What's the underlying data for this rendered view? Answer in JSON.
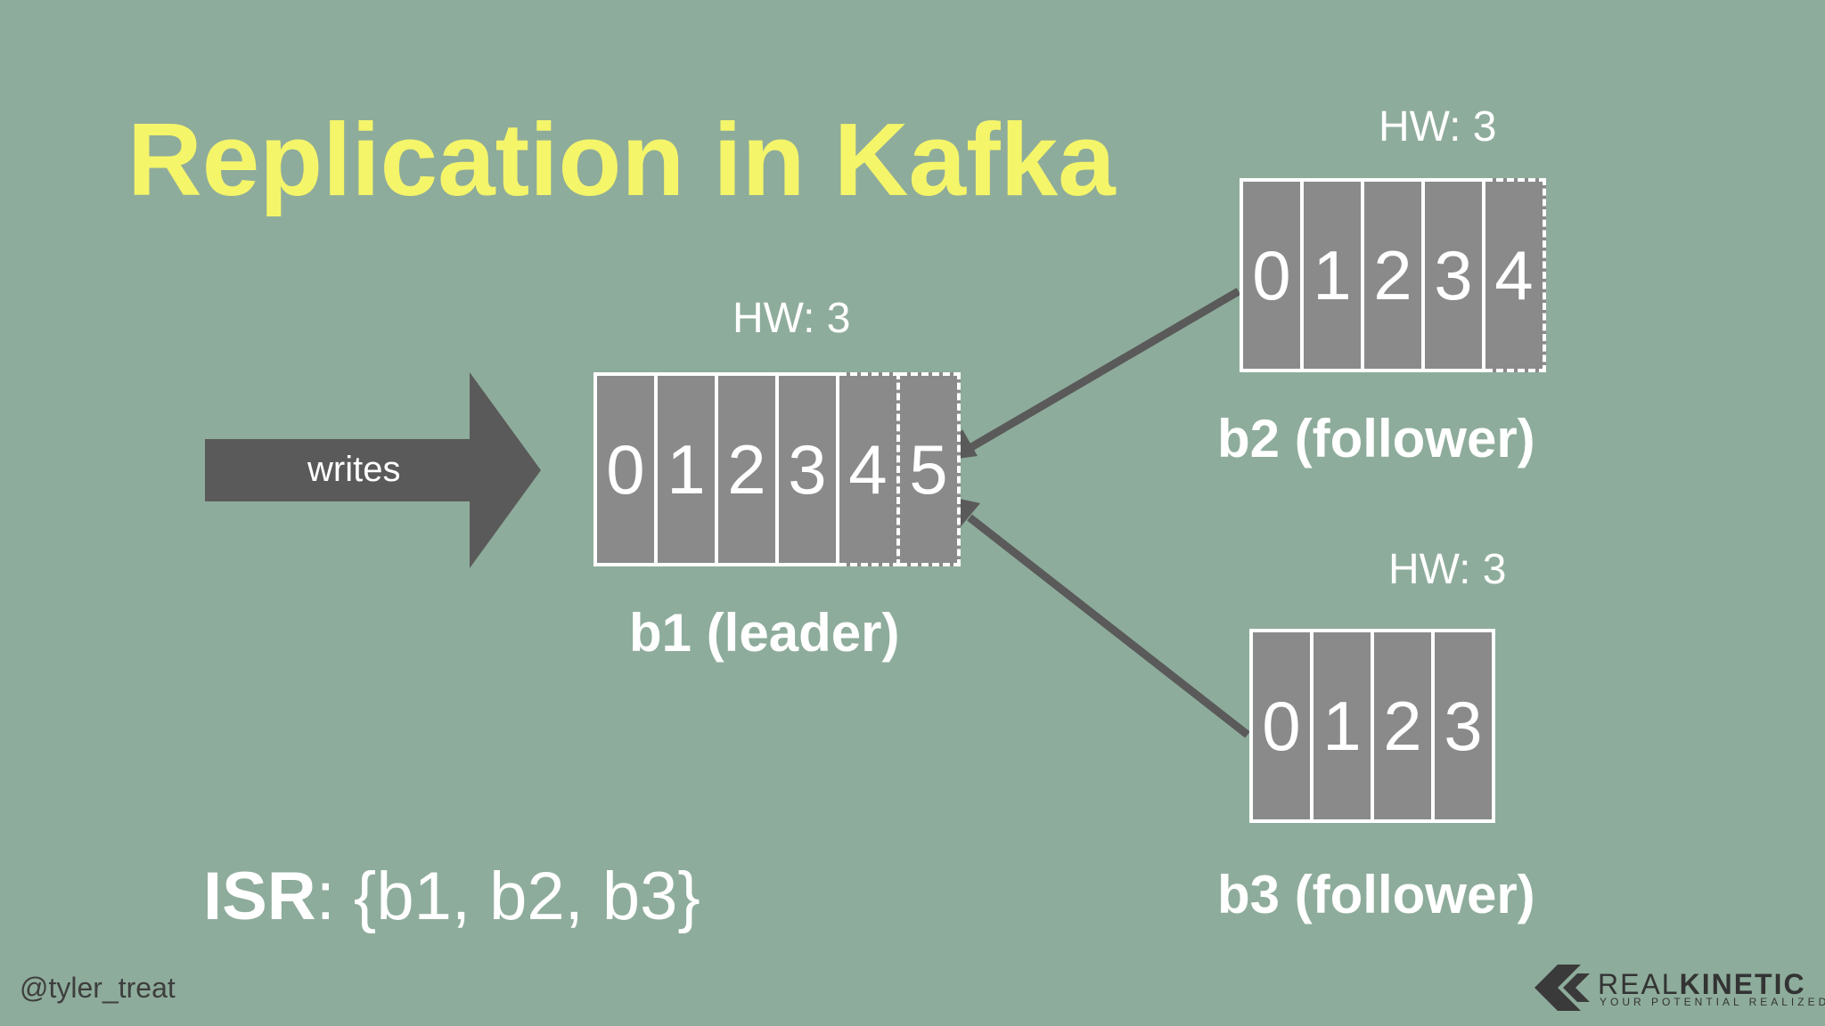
{
  "title": "Replication in Kafka",
  "writes_label": "writes",
  "brokers": [
    {
      "name": "b1 (leader)",
      "hw": "HW: 3",
      "offsets": [
        "0",
        "1",
        "2",
        "3",
        "4",
        "5"
      ],
      "uncommitted_from_index": 4
    },
    {
      "name": "b2 (follower)",
      "hw": "HW: 3",
      "offsets": [
        "0",
        "1",
        "2",
        "3",
        "4"
      ],
      "uncommitted_from_index": 4
    },
    {
      "name": "b3 (follower)",
      "hw": "HW: 3",
      "offsets": [
        "0",
        "1",
        "2",
        "3"
      ],
      "uncommitted_from_index": 4
    }
  ],
  "isr": {
    "label": "ISR",
    "value": ": {b1, b2, b3}"
  },
  "footer": {
    "handle": "@tyler_treat",
    "brand_part1": "REAL",
    "brand_part2": "KINETIC",
    "tagline": "YOUR POTENTIAL REALIZED"
  },
  "colors": {
    "background": "#8eac9b",
    "title": "#f5f56a",
    "cell": "#8a8a8a",
    "arrow": "#5a5a5a"
  }
}
